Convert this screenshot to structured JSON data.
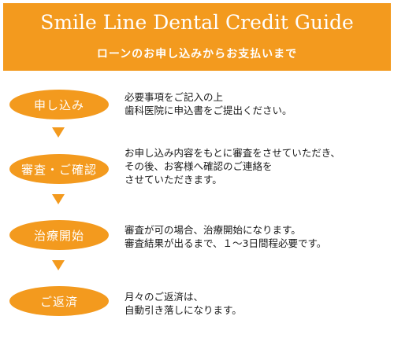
{
  "header": {
    "title": "Smile Line Dental Credit Guide",
    "subtitle": "ローンのお申し込みからお支払いまで"
  },
  "colors": {
    "accent": "#f39a1e",
    "text": "#1a1a1a",
    "on_accent": "#ffffff"
  },
  "icons": {
    "step_connector": "down-triangle-arrow"
  },
  "steps": [
    {
      "label": "申し込み",
      "lines": [
        "必要事項をご記入の上",
        "歯科医院に申込書をご提出ください。"
      ]
    },
    {
      "label": "審査・ご確認",
      "lines": [
        "お申し込み内容をもとに審査をさせていただき、",
        "その後、お客様へ確認のご連絡を",
        "させていただきます。"
      ]
    },
    {
      "label": "治療開始",
      "lines": [
        "審査が可の場合、治療開始になります。",
        "審査結果が出るまで、１～3日間程必要です。"
      ]
    },
    {
      "label": "ご返済",
      "lines": [
        "月々のご返済は、",
        "自動引き落しになります。"
      ]
    }
  ]
}
